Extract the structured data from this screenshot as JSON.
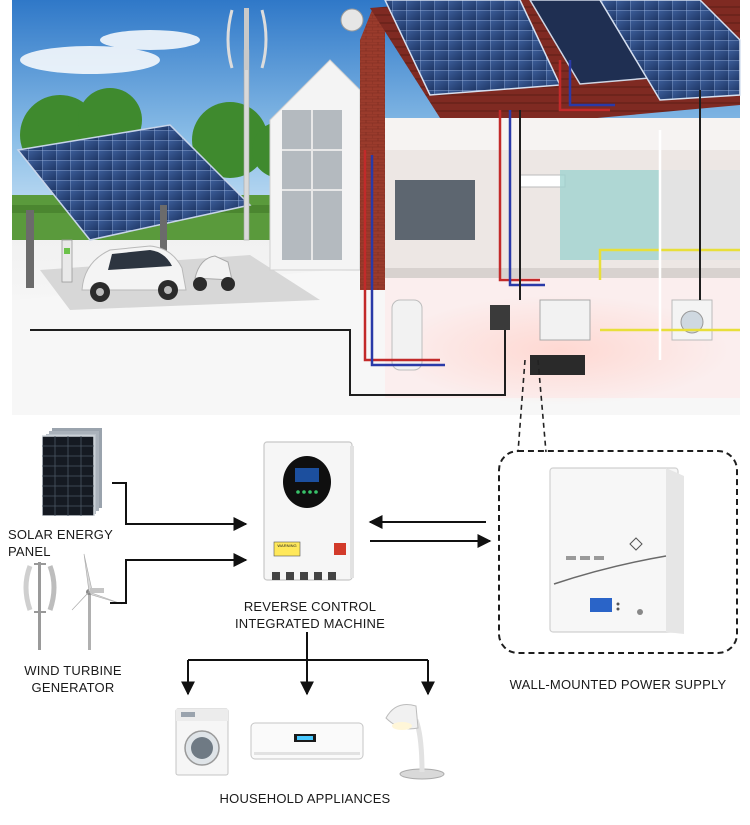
{
  "labels": {
    "solar_panel": "SOLAR ENERGY PANEL",
    "inverter_line1": "REVERSE CONTROL",
    "inverter_line2": "INTEGRATED MACHINE",
    "wind_line1": "WIND TURBINE",
    "wind_line2": "GENERATOR",
    "battery": "WALL-MOUNTED POWER SUPPLY",
    "appliances": "HOUSEHOLD APPLIANCES"
  },
  "inverter_warning": "WARNING"
}
